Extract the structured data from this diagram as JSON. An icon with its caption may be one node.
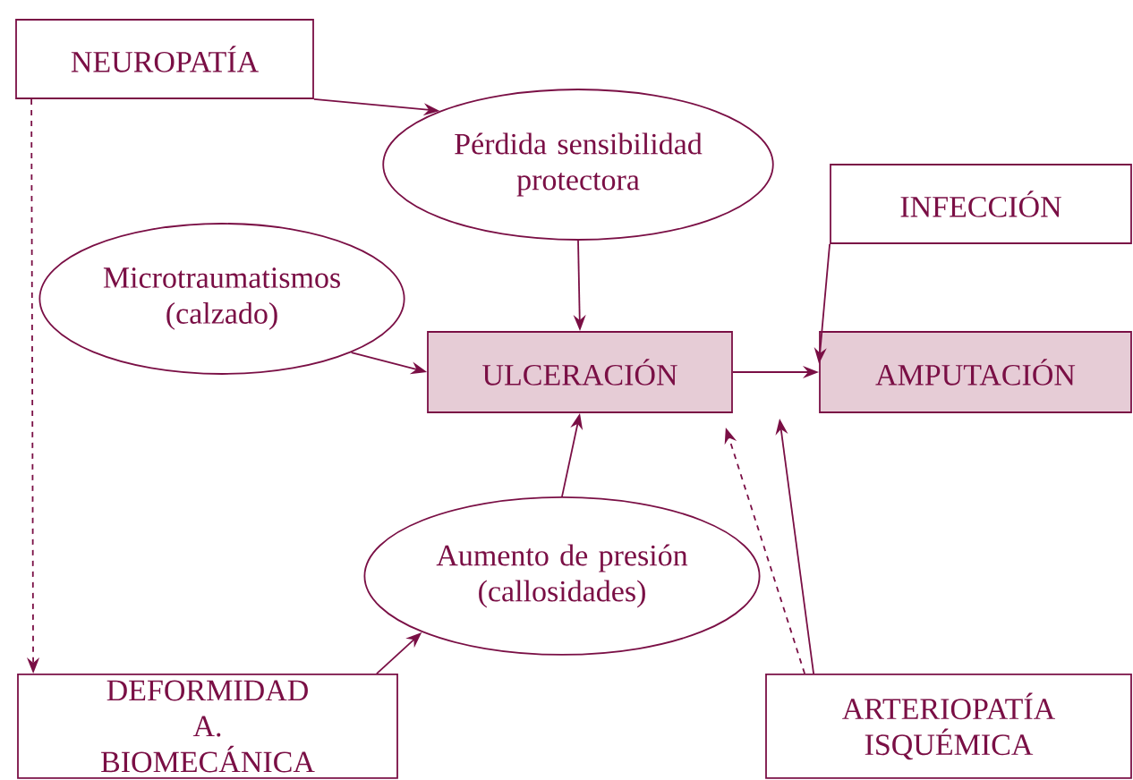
{
  "diagram": {
    "nodes": [
      {
        "text": [
          "NEUROPATÍA"
        ]
      },
      {
        "text": [
          "Pérdida sensibilidad protectora"
        ]
      },
      {
        "text": [
          "INFECCIÓN"
        ]
      },
      {
        "text": [
          "Microtraumatismos (calzado)"
        ]
      },
      {
        "text": [
          "ULCERACIÓN"
        ]
      },
      {
        "text": [
          "AMPUTACIÓN"
        ]
      },
      {
        "text": [
          "Aumento de presión (callosidades)"
        ]
      },
      {
        "text": [
          "DEFORMIDAD A. BIOMECÁNICA"
        ]
      },
      {
        "text": [
          "ARTERIOPATÍA ISQUÉMICA"
        ]
      }
    ],
    "edges": [
      {
        "from": 0,
        "to": 1,
        "arrow": "to"
      },
      {
        "from": 0,
        "to": 7,
        "arrow": "to",
        "style": "dashed"
      },
      {
        "from": 1,
        "to": 4,
        "arrow": "to"
      },
      {
        "from": 3,
        "to": 4,
        "arrow": "to"
      },
      {
        "from": 4,
        "to": 5,
        "arrow": "to"
      },
      {
        "from": 2,
        "to": 5,
        "arrow": "to"
      },
      {
        "from": 6,
        "to": 4,
        "arrow": "to"
      },
      {
        "from": 7,
        "to": 6,
        "arrow": "to"
      },
      {
        "from": 8,
        "to": 4,
        "arrow": "to",
        "style": "dashed"
      },
      {
        "from": 8,
        "to": 5,
        "arrow": "to"
      }
    ]
  }
}
